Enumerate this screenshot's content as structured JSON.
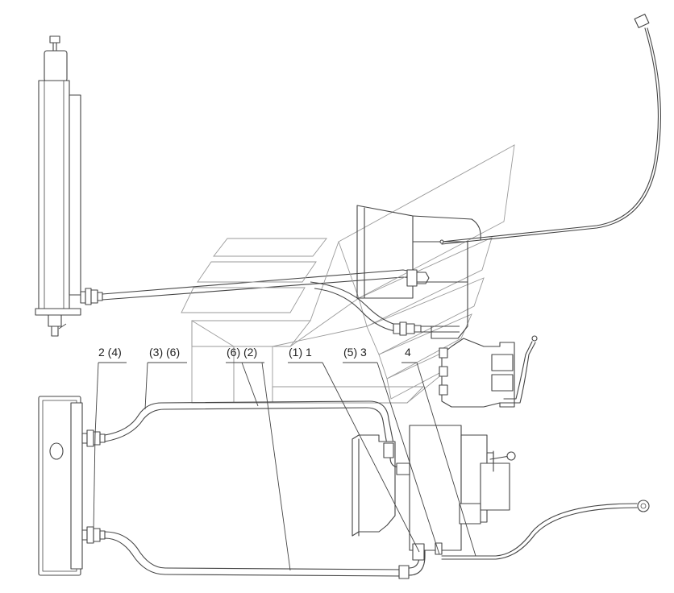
{
  "callouts": [
    {
      "id": "c-2-4",
      "text": "2 (4)"
    },
    {
      "id": "c-3-6",
      "text": "(3) (6)"
    },
    {
      "id": "c-6-2",
      "text": "(6) (2)"
    },
    {
      "id": "c-1-1",
      "text": "(1) 1"
    },
    {
      "id": "c-5-3",
      "text": "(5) 3"
    },
    {
      "id": "c-4",
      "text": "4"
    }
  ]
}
